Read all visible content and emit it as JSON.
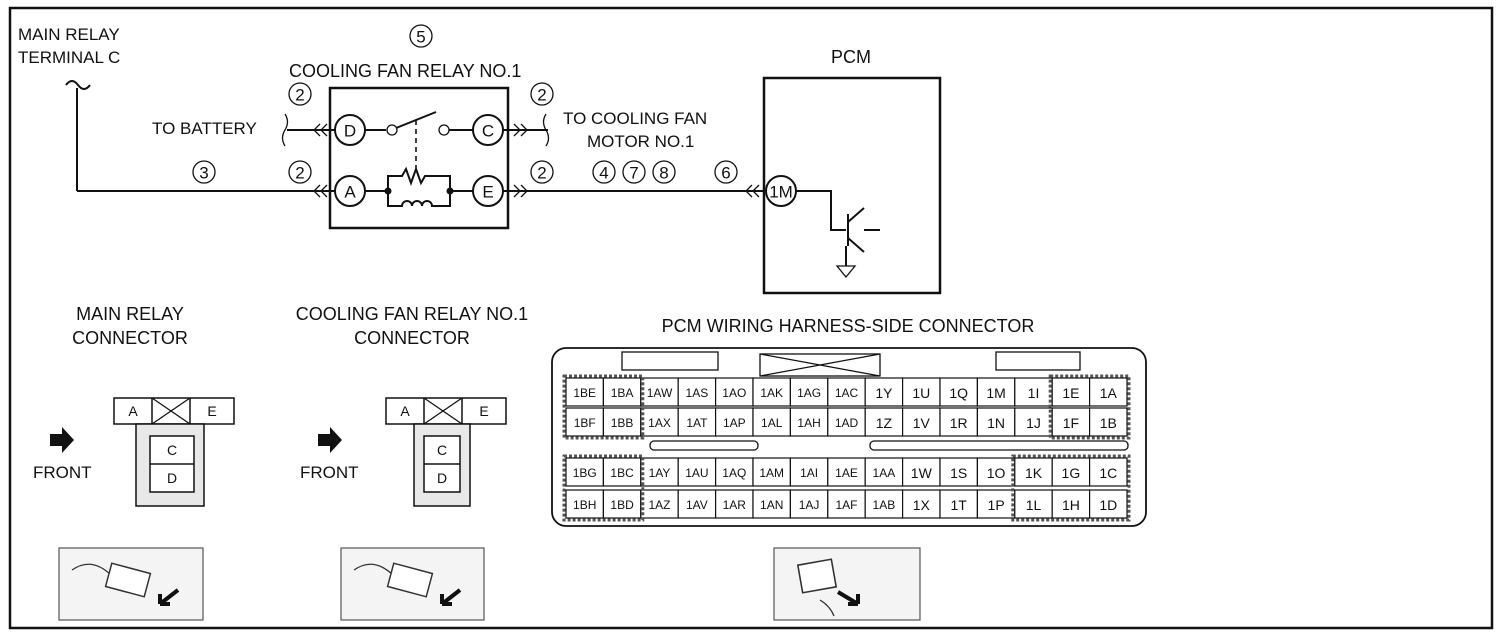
{
  "schematic": {
    "main_relay_label": [
      "MAIN RELAY",
      "TERMINAL C"
    ],
    "callout_5": "5",
    "relay_title": "COOLING FAN RELAY NO.1",
    "pcm_title": "PCM",
    "to_battery": "TO BATTERY",
    "to_fan_motor": [
      "TO COOLING FAN",
      "MOTOR NO.1"
    ],
    "callouts": {
      "c3": "3",
      "c2_top_left": "2",
      "c2_bottom_left": "2",
      "c2_top_right": "2",
      "c2_bottom_right": "2",
      "c4": "4",
      "c7": "7",
      "c8": "8",
      "c6": "6"
    },
    "terminals": {
      "d": "D",
      "c": "C",
      "a": "A",
      "e": "E",
      "pcm": "1M"
    }
  },
  "main_relay_connector": {
    "title": [
      "MAIN RELAY",
      "CONNECTOR"
    ],
    "front": "FRONT",
    "pins": {
      "a": "A",
      "e": "E",
      "c": "C",
      "d": "D"
    },
    "photo_icon": "connector-photo-icon"
  },
  "fan_relay_connector": {
    "title": [
      "COOLING FAN RELAY NO.1",
      "CONNECTOR"
    ],
    "front": "FRONT",
    "pins": {
      "a": "A",
      "e": "E",
      "c": "C",
      "d": "D"
    },
    "photo_icon": "connector-photo-icon"
  },
  "pcm_connector": {
    "title": "PCM WIRING HARNESS-SIDE CONNECTOR",
    "rows": [
      [
        "1BE",
        "1BA",
        "1AW",
        "1AS",
        "1AO",
        "1AK",
        "1AG",
        "1AC",
        "1Y",
        "1U",
        "1Q",
        "1M",
        "1I",
        "1E",
        "1A"
      ],
      [
        "1BF",
        "1BB",
        "1AX",
        "1AT",
        "1AP",
        "1AL",
        "1AH",
        "1AD",
        "1Z",
        "1V",
        "1R",
        "1N",
        "1J",
        "1F",
        "1B"
      ],
      [
        "1BG",
        "1BC",
        "1AY",
        "1AU",
        "1AQ",
        "1AM",
        "1AI",
        "1AE",
        "1AA",
        "1W",
        "1S",
        "1O",
        "1K",
        "1G",
        "1C"
      ],
      [
        "1BH",
        "1BD",
        "1AZ",
        "1AV",
        "1AR",
        "1AN",
        "1AJ",
        "1AF",
        "1AB",
        "1X",
        "1T",
        "1P",
        "1L",
        "1H",
        "1D"
      ]
    ],
    "photo_icon": "pcm-connector-photo-icon"
  }
}
